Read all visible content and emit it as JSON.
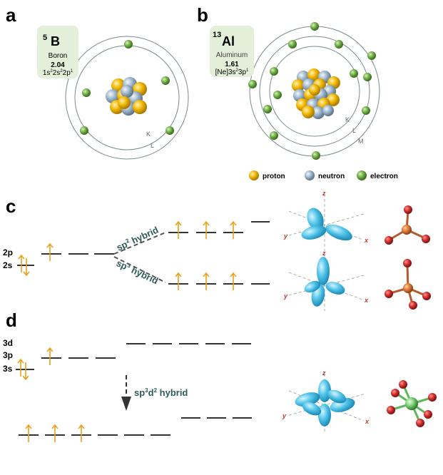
{
  "panels": {
    "a": "a",
    "b": "b",
    "c": "c",
    "d": "d"
  },
  "boron": {
    "mass": "5",
    "symbol": "B",
    "name": "Boron",
    "en": "2.04",
    "config_base": "1s",
    "config_p1": "2",
    "config_base2": "2s",
    "config_p2": "2",
    "config_base3": "2p",
    "config_p3": "1"
  },
  "aluminum": {
    "mass": "13",
    "symbol": "Al",
    "name": "Aluminum",
    "en": "1.61",
    "config_base": "[Ne]3s",
    "config_p1": "2",
    "config_base2": "3p",
    "config_p2": "1"
  },
  "shells": {
    "k": "K",
    "l": "L",
    "m": "M"
  },
  "legend": {
    "proton": "proton",
    "neutron": "neutron",
    "electron": "electron"
  },
  "levels_c": {
    "p": "2p",
    "s": "2s"
  },
  "levels_d": {
    "d": "3d",
    "p": "3p",
    "s": "3s"
  },
  "hybrid_sp2": {
    "base": "sp",
    "sup": "2",
    "word": "hybrid"
  },
  "hybrid_sp3": {
    "base": "sp",
    "sup": "3",
    "word": "hybrid"
  },
  "hybrid_sp3d2": {
    "base": "sp",
    "sup1": "3",
    "mid": "d",
    "sup2": "2",
    "word": " hybrid"
  },
  "axes": {
    "x": "x",
    "y": "y",
    "z": "z"
  },
  "colors": {
    "proton": "#f2b705",
    "neutron": "#9fb7cc",
    "electron": "#72b047",
    "arrow": "#e8a21c",
    "hybrid_text": "#2e5a5a",
    "lobe": "#4fc3e8",
    "axis_label": "#c0392b",
    "card": "#e3efd9"
  }
}
